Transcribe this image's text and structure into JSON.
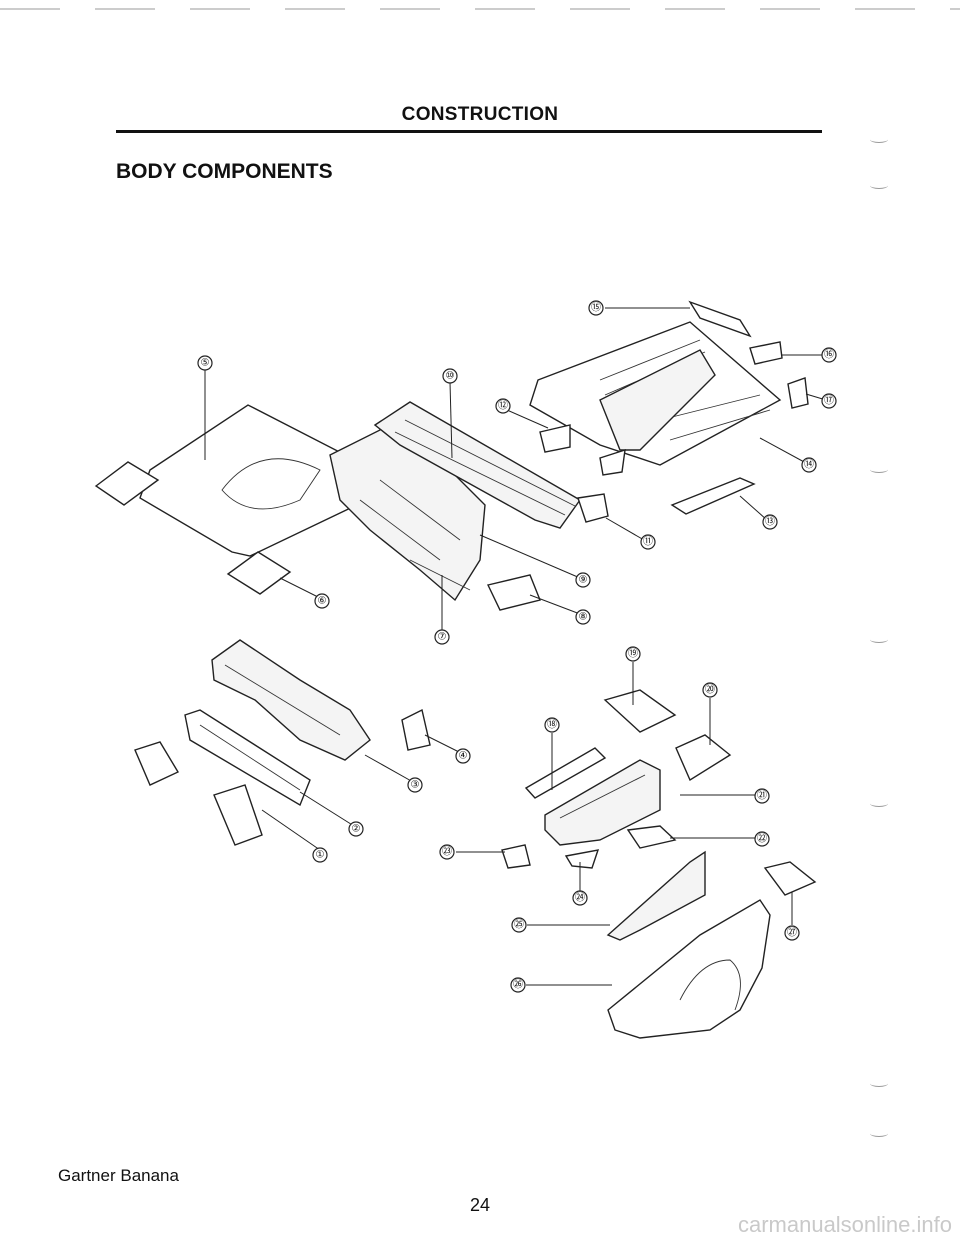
{
  "header": {
    "title": "CONSTRUCTION"
  },
  "section": {
    "title": "BODY COMPONENTS"
  },
  "callouts": [
    {
      "label": "①"
    },
    {
      "label": "②"
    },
    {
      "label": "③"
    },
    {
      "label": "④"
    },
    {
      "label": "⑤"
    },
    {
      "label": "⑥"
    },
    {
      "label": "⑦"
    },
    {
      "label": "⑧"
    },
    {
      "label": "⑨"
    },
    {
      "label": "⑩"
    },
    {
      "label": "⑪"
    },
    {
      "label": "⑫"
    },
    {
      "label": "⑬"
    },
    {
      "label": "⑭"
    },
    {
      "label": "⑮"
    },
    {
      "label": "⑯"
    },
    {
      "label": "⑰"
    },
    {
      "label": "⑱"
    },
    {
      "label": "⑲"
    },
    {
      "label": "⑳"
    },
    {
      "label": "㉑"
    },
    {
      "label": "㉒"
    },
    {
      "label": "㉓"
    },
    {
      "label": "㉔"
    },
    {
      "label": "㉕"
    },
    {
      "label": "㉖"
    },
    {
      "label": "㉗"
    }
  ],
  "footer": {
    "left_text": "Gartner Banana",
    "page_number": "24"
  },
  "watermark": {
    "text": "carmanualsonline.info"
  }
}
